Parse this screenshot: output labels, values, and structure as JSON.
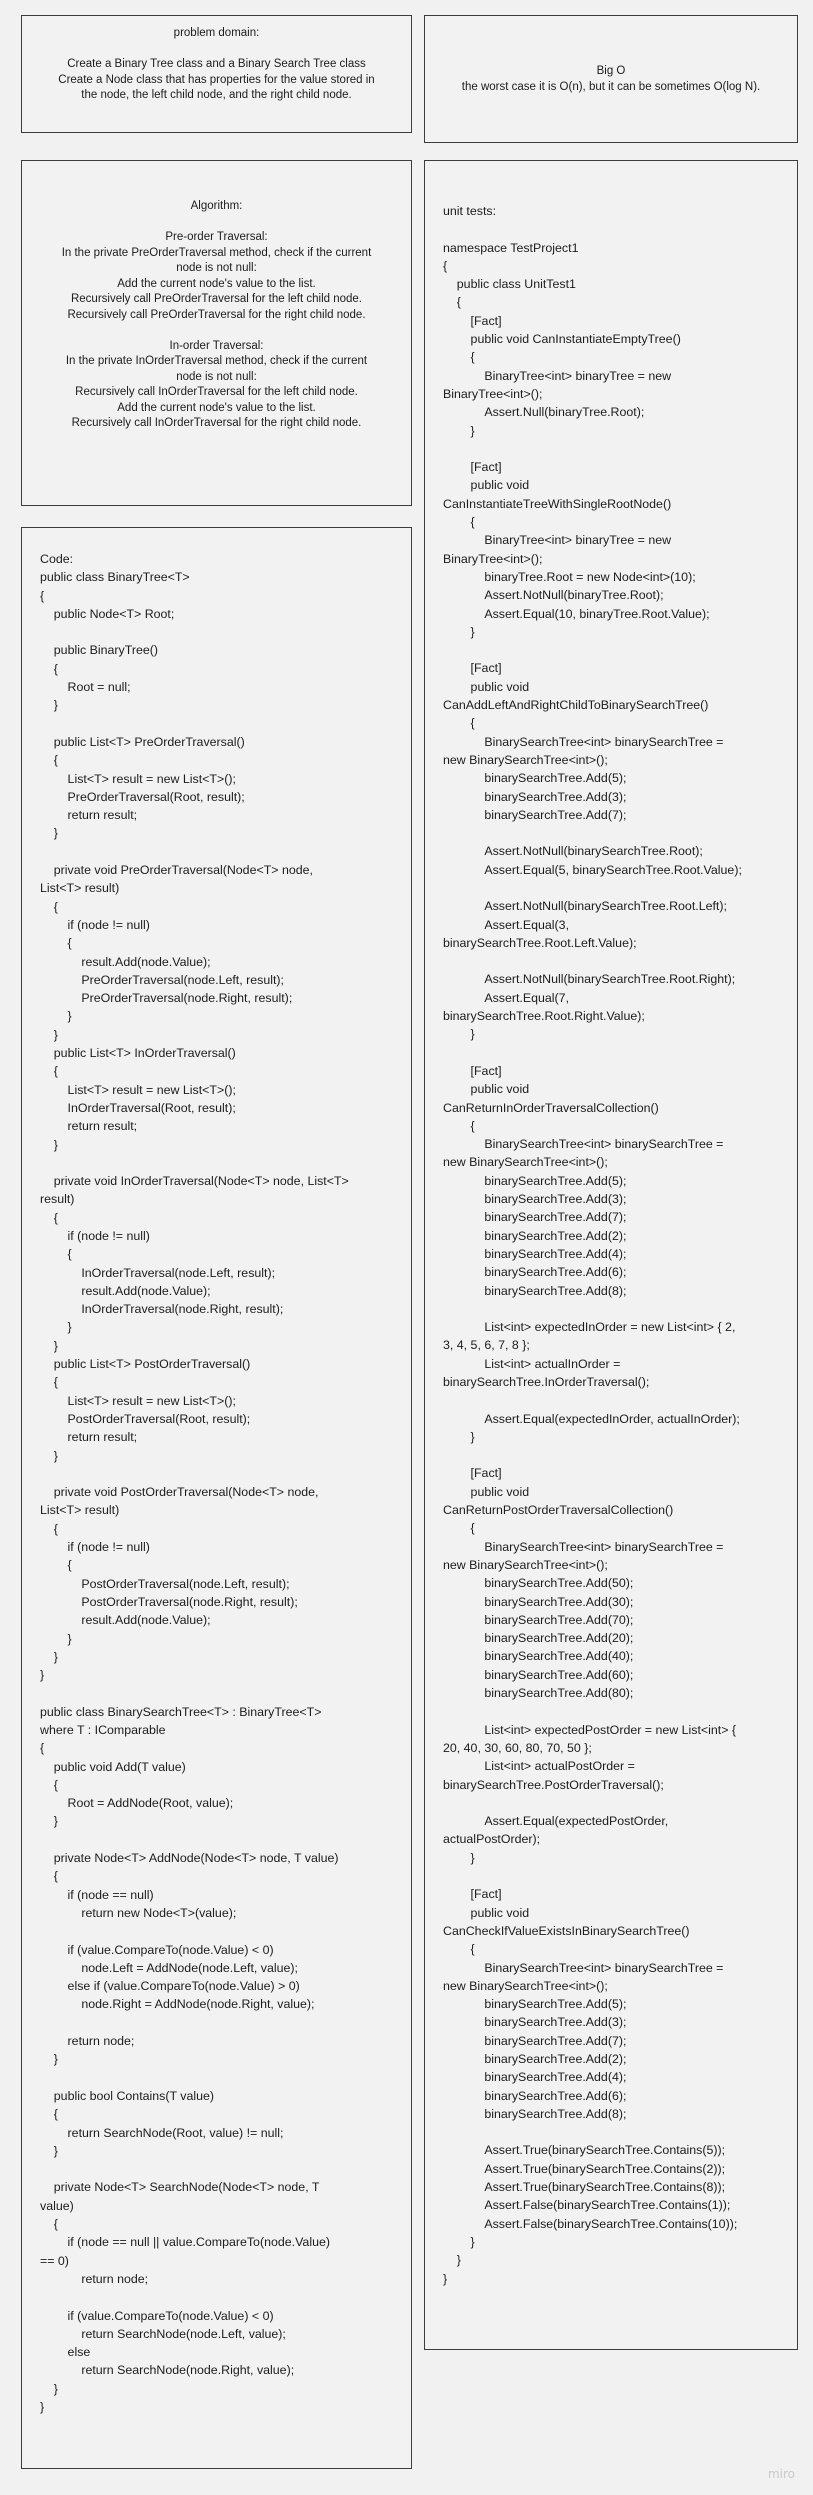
{
  "problem_domain": {
    "lines": [
      "problem domain:",
      "",
      "Create a Binary Tree class and a Binary Search Tree class",
      "Create a Node class that has properties for the value stored in",
      "the node, the left child node, and the right child node."
    ]
  },
  "big_o": {
    "lines": [
      "Big O",
      "the worst case it is O(n), but it can be sometimes O(log N)."
    ]
  },
  "algorithm": {
    "lines": [
      "Algorithm:",
      "",
      "Pre-order Traversal:",
      "In the private PreOrderTraversal method, check if the current",
      "node is not null:",
      "Add the current node's value to the list.",
      "Recursively call PreOrderTraversal for the left child node.",
      "Recursively call PreOrderTraversal for the right child node.",
      "",
      "In-order Traversal:",
      "In the private InOrderTraversal method, check if the current",
      "node is not null:",
      "Recursively call InOrderTraversal for the left child node.",
      "Add the current node's value to the list.",
      "Recursively call InOrderTraversal for the right child node."
    ]
  },
  "code": {
    "lines": [
      "Code:",
      "public class BinaryTree<T>",
      "{",
      "    public Node<T> Root;",
      "",
      "    public BinaryTree()",
      "    {",
      "        Root = null;",
      "    }",
      "",
      "    public List<T> PreOrderTraversal()",
      "    {",
      "        List<T> result = new List<T>();",
      "        PreOrderTraversal(Root, result);",
      "        return result;",
      "    }",
      "",
      "    private void PreOrderTraversal(Node<T> node,",
      "List<T> result)",
      "    {",
      "        if (node != null)",
      "        {",
      "            result.Add(node.Value);",
      "            PreOrderTraversal(node.Left, result);",
      "            PreOrderTraversal(node.Right, result);",
      "        }",
      "    }",
      "    public List<T> InOrderTraversal()",
      "    {",
      "        List<T> result = new List<T>();",
      "        InOrderTraversal(Root, result);",
      "        return result;",
      "    }",
      "",
      "    private void InOrderTraversal(Node<T> node, List<T>",
      "result)",
      "    {",
      "        if (node != null)",
      "        {",
      "            InOrderTraversal(node.Left, result);",
      "            result.Add(node.Value);",
      "            InOrderTraversal(node.Right, result);",
      "        }",
      "    }",
      "    public List<T> PostOrderTraversal()",
      "    {",
      "        List<T> result = new List<T>();",
      "        PostOrderTraversal(Root, result);",
      "        return result;",
      "    }",
      "",
      "    private void PostOrderTraversal(Node<T> node,",
      "List<T> result)",
      "    {",
      "        if (node != null)",
      "        {",
      "            PostOrderTraversal(node.Left, result);",
      "            PostOrderTraversal(node.Right, result);",
      "            result.Add(node.Value);",
      "        }",
      "    }",
      "}",
      "",
      "public class BinarySearchTree<T> : BinaryTree<T>",
      "where T : IComparable",
      "{",
      "    public void Add(T value)",
      "    {",
      "        Root = AddNode(Root, value);",
      "    }",
      "",
      "    private Node<T> AddNode(Node<T> node, T value)",
      "    {",
      "        if (node == null)",
      "            return new Node<T>(value);",
      "",
      "        if (value.CompareTo(node.Value) < 0)",
      "            node.Left = AddNode(node.Left, value);",
      "        else if (value.CompareTo(node.Value) > 0)",
      "            node.Right = AddNode(node.Right, value);",
      "",
      "        return node;",
      "    }",
      "",
      "    public bool Contains(T value)",
      "    {",
      "        return SearchNode(Root, value) != null;",
      "    }",
      "",
      "    private Node<T> SearchNode(Node<T> node, T",
      "value)",
      "    {",
      "        if (node == null || value.CompareTo(node.Value)",
      "== 0)",
      "            return node;",
      "",
      "        if (value.CompareTo(node.Value) < 0)",
      "            return SearchNode(node.Left, value);",
      "        else",
      "            return SearchNode(node.Right, value);",
      "    }",
      "}"
    ]
  },
  "unit_tests": {
    "lines": [
      "unit tests:",
      "",
      "namespace TestProject1",
      "{",
      "    public class UnitTest1",
      "    {",
      "        [Fact]",
      "        public void CanInstantiateEmptyTree()",
      "        {",
      "            BinaryTree<int> binaryTree = new",
      "BinaryTree<int>();",
      "            Assert.Null(binaryTree.Root);",
      "        }",
      "",
      "        [Fact]",
      "        public void",
      "CanInstantiateTreeWithSingleRootNode()",
      "        {",
      "            BinaryTree<int> binaryTree = new",
      "BinaryTree<int>();",
      "            binaryTree.Root = new Node<int>(10);",
      "            Assert.NotNull(binaryTree.Root);",
      "            Assert.Equal(10, binaryTree.Root.Value);",
      "        }",
      "",
      "        [Fact]",
      "        public void",
      "CanAddLeftAndRightChildToBinarySearchTree()",
      "        {",
      "            BinarySearchTree<int> binarySearchTree =",
      "new BinarySearchTree<int>();",
      "            binarySearchTree.Add(5);",
      "            binarySearchTree.Add(3);",
      "            binarySearchTree.Add(7);",
      "",
      "            Assert.NotNull(binarySearchTree.Root);",
      "            Assert.Equal(5, binarySearchTree.Root.Value);",
      "",
      "            Assert.NotNull(binarySearchTree.Root.Left);",
      "            Assert.Equal(3,",
      "binarySearchTree.Root.Left.Value);",
      "",
      "            Assert.NotNull(binarySearchTree.Root.Right);",
      "            Assert.Equal(7,",
      "binarySearchTree.Root.Right.Value);",
      "        }",
      "",
      "        [Fact]",
      "        public void",
      "CanReturnInOrderTraversalCollection()",
      "        {",
      "            BinarySearchTree<int> binarySearchTree =",
      "new BinarySearchTree<int>();",
      "            binarySearchTree.Add(5);",
      "            binarySearchTree.Add(3);",
      "            binarySearchTree.Add(7);",
      "            binarySearchTree.Add(2);",
      "            binarySearchTree.Add(4);",
      "            binarySearchTree.Add(6);",
      "            binarySearchTree.Add(8);",
      "",
      "            List<int> expectedInOrder = new List<int> { 2,",
      "3, 4, 5, 6, 7, 8 };",
      "            List<int> actualInOrder =",
      "binarySearchTree.InOrderTraversal();",
      "",
      "            Assert.Equal(expectedInOrder, actualInOrder);",
      "        }",
      "",
      "        [Fact]",
      "        public void",
      "CanReturnPostOrderTraversalCollection()",
      "        {",
      "            BinarySearchTree<int> binarySearchTree =",
      "new BinarySearchTree<int>();",
      "            binarySearchTree.Add(50);",
      "            binarySearchTree.Add(30);",
      "            binarySearchTree.Add(70);",
      "            binarySearchTree.Add(20);",
      "            binarySearchTree.Add(40);",
      "            binarySearchTree.Add(60);",
      "            binarySearchTree.Add(80);",
      "",
      "            List<int> expectedPostOrder = new List<int> {",
      "20, 40, 30, 60, 80, 70, 50 };",
      "            List<int> actualPostOrder =",
      "binarySearchTree.PostOrderTraversal();",
      "",
      "            Assert.Equal(expectedPostOrder,",
      "actualPostOrder);",
      "        }",
      "",
      "        [Fact]",
      "        public void",
      "CanCheckIfValueExistsInBinarySearchTree()",
      "        {",
      "            BinarySearchTree<int> binarySearchTree =",
      "new BinarySearchTree<int>();",
      "            binarySearchTree.Add(5);",
      "            binarySearchTree.Add(3);",
      "            binarySearchTree.Add(7);",
      "            binarySearchTree.Add(2);",
      "            binarySearchTree.Add(4);",
      "            binarySearchTree.Add(6);",
      "            binarySearchTree.Add(8);",
      "",
      "            Assert.True(binarySearchTree.Contains(5));",
      "            Assert.True(binarySearchTree.Contains(2));",
      "            Assert.True(binarySearchTree.Contains(8));",
      "            Assert.False(binarySearchTree.Contains(1));",
      "            Assert.False(binarySearchTree.Contains(10));",
      "        }",
      "    }",
      "}"
    ]
  },
  "watermark": "miro"
}
